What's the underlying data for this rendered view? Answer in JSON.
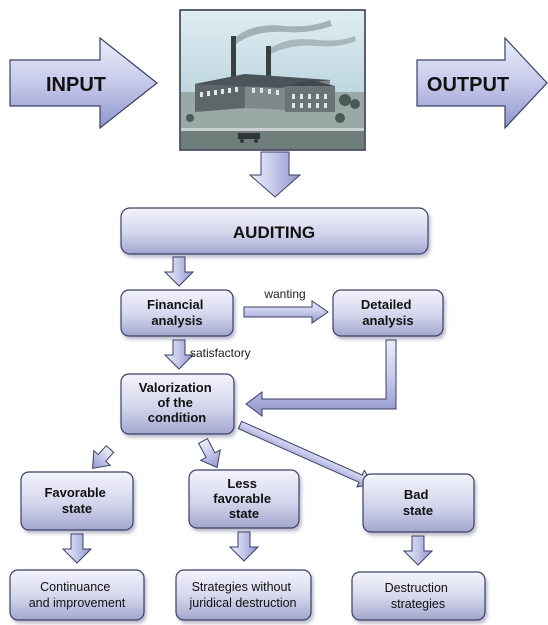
{
  "diagram": {
    "input_label": "INPUT",
    "output_label": "OUTPUT",
    "factory_image": "factory-illustration",
    "auditing": "AUDITING",
    "financial_analysis": [
      "Financial",
      "analysis"
    ],
    "detailed_analysis": [
      "Detailed",
      "analysis"
    ],
    "wanting_label": "wanting",
    "satisfactory_label": "satisfactory",
    "valorization": [
      "Valorization",
      "of the",
      "condition"
    ],
    "favorable_state": [
      "Favorable",
      "state"
    ],
    "less_favorable_state": [
      "Less",
      "favorable",
      "state"
    ],
    "bad_state": [
      "Bad",
      "state"
    ],
    "continuance": [
      "Continuance",
      "and improvement"
    ],
    "strategies_without": [
      "Strategies without",
      "juridical destruction"
    ],
    "destruction_strategies": [
      "Destruction",
      "strategies"
    ]
  },
  "colors": {
    "box_top": "#f2f2fb",
    "box_bottom": "#a7a9cf",
    "arrow_top": "#eef0fb",
    "arrow_bottom": "#9a9fd0",
    "border": "#3b3f66",
    "sky": "#c4dde8",
    "ground": "#7e8f8c"
  }
}
